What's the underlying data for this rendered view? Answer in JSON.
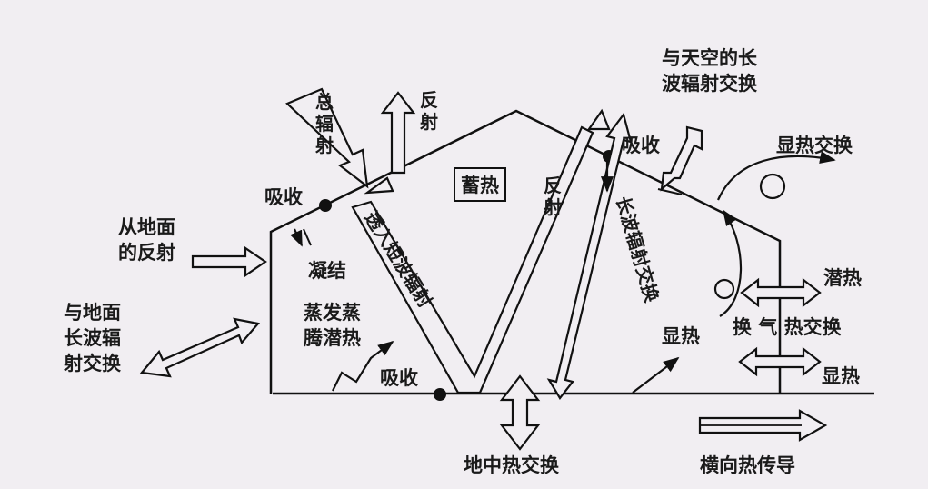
{
  "labels": {
    "total_radiation": "总辐射",
    "reflection_top": "反射",
    "absorb_left": "吸收",
    "heat_storage": "蓄热",
    "sky_longwave": "与天空的长\n波辐射交换",
    "absorb_right": "吸收",
    "sensible_exchange_top": "显热交换",
    "ground_reflection": "从地面\n的反射",
    "condensation": "凝结",
    "shortwave_in": "透入短波辐射",
    "reflection_mid": "反射",
    "longwave_exchange": "长波辐射交换",
    "latent_heat": "潜热",
    "ventilation_heat": "换 气 热交换",
    "sensible_right": "显热",
    "sensible_mid": "显热",
    "ground_longwave": "与地面\n长波辐\n射交换",
    "evaporation": "蒸发蒸\n腾潜热",
    "absorb_bottom": "吸收",
    "ground_exchange": "地中热交换",
    "lateral_conduction": "横向热传导"
  }
}
